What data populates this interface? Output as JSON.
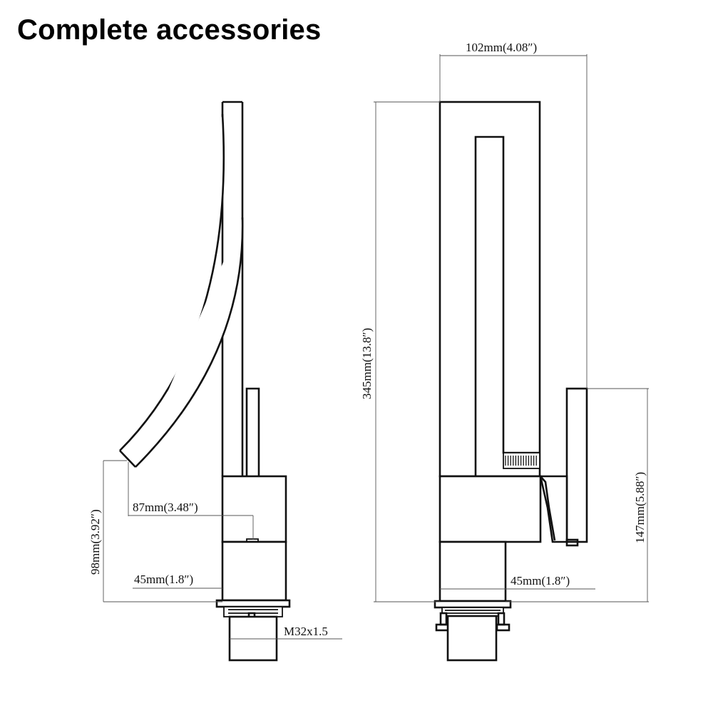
{
  "page": {
    "title": "Complete accessories"
  },
  "side_view": {
    "spout_reach_label": "87mm(3.48″)",
    "spout_height_label": "98mm(3.92″)",
    "base_diameter_label": "45mm(1.8″)",
    "thread_label": "M32x1.5"
  },
  "front_view": {
    "total_width_label": "102mm(4.08″)",
    "total_height_label": "345mm(13.8″)",
    "handle_height_label": "147mm(5.88″)",
    "base_diameter_label": "45mm(1.8″)"
  },
  "colors": {
    "line": "#111111",
    "dimension_line": "#555555",
    "background": "#ffffff"
  }
}
